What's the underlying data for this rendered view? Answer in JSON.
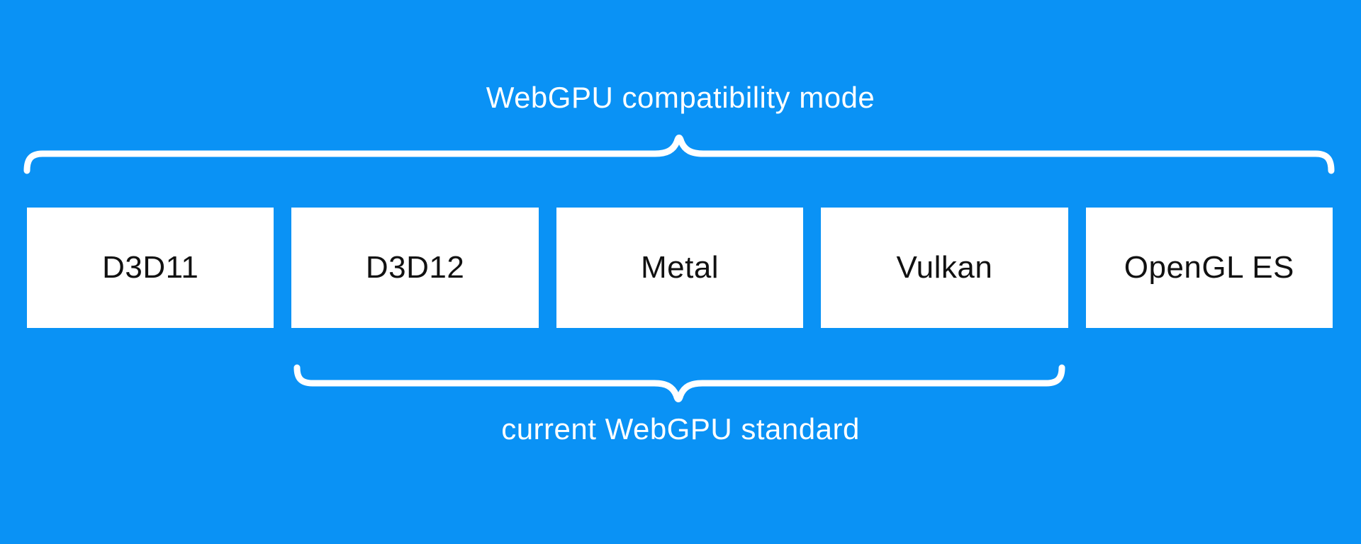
{
  "diagram": {
    "colors": {
      "background": "#0a92f5",
      "box_background": "#ffffff",
      "box_text": "#111111",
      "label_text": "#ffffff",
      "brace": "#ffffff"
    },
    "top_label": "WebGPU compatibility mode",
    "bottom_label": "current WebGPU standard",
    "boxes": [
      {
        "label": "D3D11"
      },
      {
        "label": "D3D12"
      },
      {
        "label": "Metal"
      },
      {
        "label": "Vulkan"
      },
      {
        "label": "OpenGL ES"
      }
    ]
  }
}
